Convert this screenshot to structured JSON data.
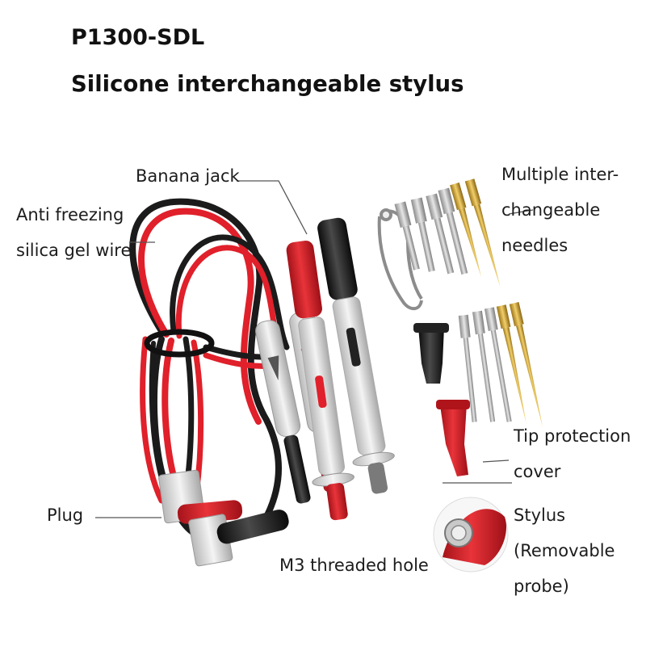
{
  "title": "P1300-SDL",
  "subtitle": "Silicone interchangeable stylus",
  "labels": {
    "banana_jack": "Banana jack",
    "wire": [
      "Anti freezing",
      "silica gel wire"
    ],
    "needles": [
      "Multiple inter-",
      "changeable",
      "needles"
    ],
    "tip_cover": [
      "Tip protection",
      "cover"
    ],
    "plug": "Plug",
    "stylus": [
      "Stylus",
      "(Removable",
      "probe)"
    ],
    "m3_hole": "M3 threaded hole"
  },
  "colors": {
    "red": "#e0202a",
    "black": "#1b1b1b",
    "grey": "#d9d9d9",
    "gold": "#d9a93a",
    "leader": "#555555"
  }
}
